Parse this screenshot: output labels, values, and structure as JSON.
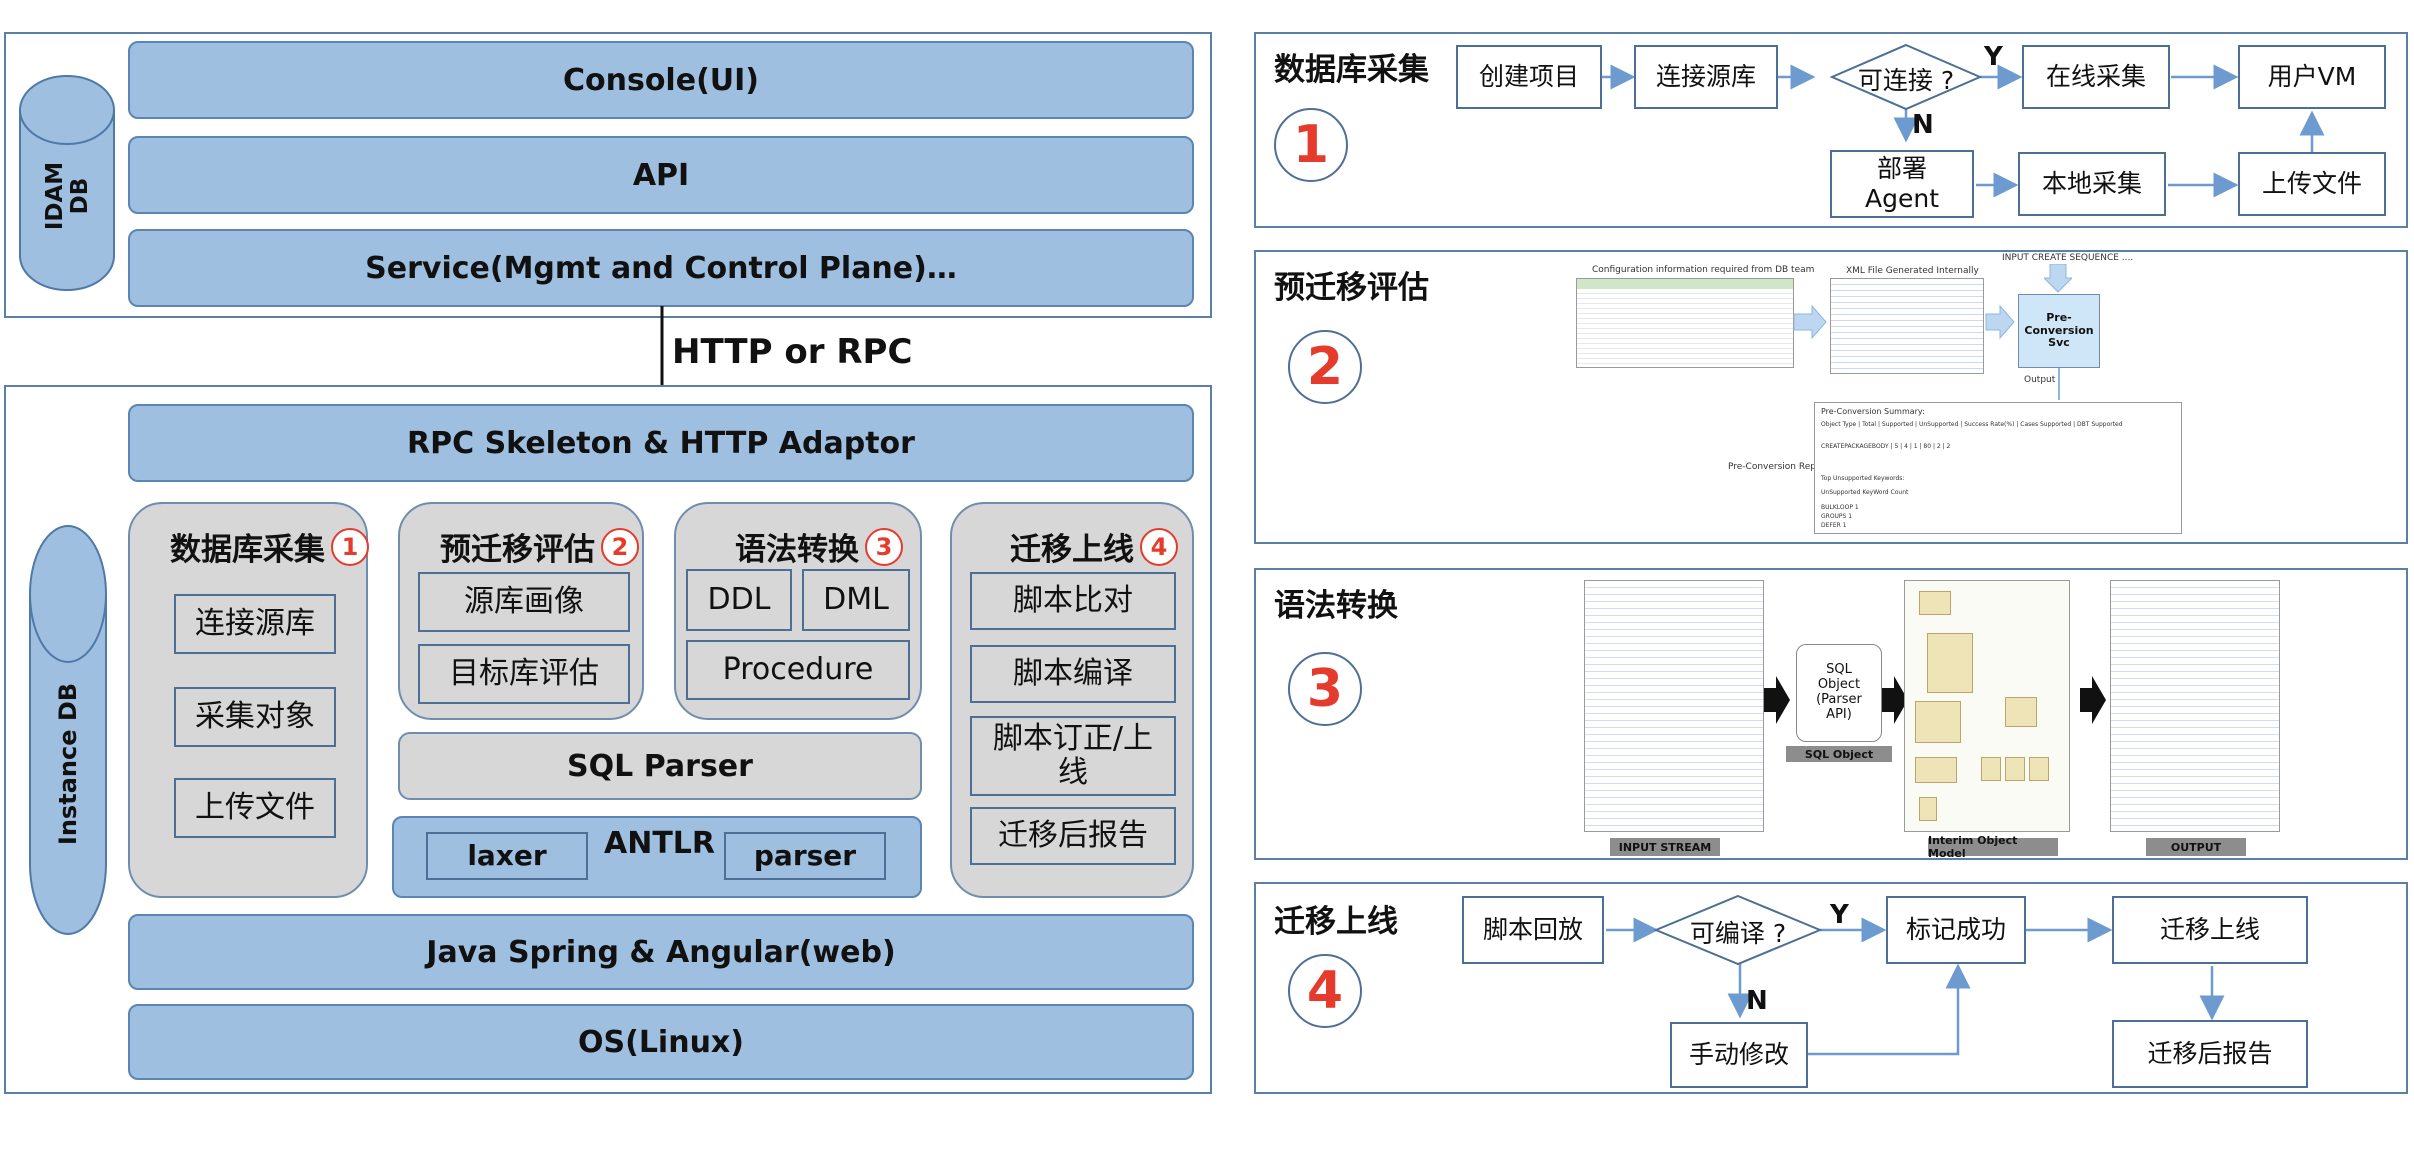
{
  "left": {
    "idam_db": "IDAM\nDB",
    "console": "Console(UI)",
    "api": "API",
    "service": "Service(Mgmt and Control Plane)…",
    "protocol": "HTTP or RPC",
    "rpc_adaptor": "RPC Skeleton & HTTP Adaptor",
    "instance_db": "Instance DB",
    "modules": [
      {
        "title": "数据库采集",
        "num": "1",
        "items": [
          "连接源库",
          "采集对象",
          "上传文件"
        ]
      },
      {
        "title": "预迁移评估",
        "num": "2",
        "items": [
          "源库画像",
          "目标库评估"
        ]
      },
      {
        "title": "语法转换",
        "num": "3",
        "items": [
          "DDL",
          "DML",
          "Procedure"
        ]
      },
      {
        "title": "迁移上线",
        "num": "4",
        "items": [
          "脚本比对",
          "脚本编译",
          "脚本订正/上线",
          "迁移后报告"
        ]
      }
    ],
    "sql_parser": "SQL Parser",
    "antlr": "ANTLR",
    "laxer": "laxer",
    "parser": "parser",
    "java_spring": "Java Spring & Angular(web)",
    "os": "OS(Linux)"
  },
  "right": {
    "s1": {
      "title": "数据库采集",
      "num": "1",
      "create_project": "创建项目",
      "connect_source": "连接源库",
      "can_connect": "可连接 ?",
      "online_collect": "在线采集",
      "user_vm": "用户VM",
      "deploy_agent": "部署\nAgent",
      "local_collect": "本地采集",
      "upload_file": "上传文件",
      "yes": "Y",
      "no": "N"
    },
    "s2": {
      "title": "预迁移评估",
      "num": "2",
      "config_caption": "Configuration information required from DB team",
      "xml_caption": "XML File Generated Internally",
      "input_seq": "INPUT CREATE SEQUENCE ....",
      "pre_conversion": "Pre-\nConversion\nSvc",
      "output": "Output",
      "report_label": "Pre-Conversion Report",
      "report_head": "Pre-Conversion Summary:",
      "report_cols": "Object Type   | Total  | Supported | UnSupported | Success Rate(%) | Cases Supported | DBT Supported",
      "report_row": "CREATEPACKAGEBODY  | 5    | 4    | 1    | 80    | 2    | 2",
      "top_keywords": "Top Unsupported Keywords:",
      "kw_head": "UnSupported KeyWord          Count",
      "kw_rows": [
        "BULKLOOP          1",
        "GROUPS          1",
        "DEFER          1"
      ]
    },
    "s3": {
      "title": "语法转换",
      "num": "3",
      "sql_object_box": "SQL\nObject\n(Parser\nAPI)",
      "sql_object_tab": "SQL Object",
      "input_stream": "INPUT STREAM",
      "interim_model": "Interim Object Model",
      "output": "OUTPUT"
    },
    "s4": {
      "title": "迁移上线",
      "num": "4",
      "script_replay": "脚本回放",
      "can_compile": "可编译 ?",
      "mark_success": "标记成功",
      "migrate_online": "迁移上线",
      "manual_fix": "手动修改",
      "post_report": "迁移后报告",
      "yes": "Y",
      "no": "N"
    }
  },
  "colors": {
    "bar_fill": "#9fbfe0",
    "bar_border": "#5b86b4",
    "panel_fill": "#d7d7d7",
    "frame": "#5b7fa8",
    "accent_red": "#e53b2c",
    "arrow_blue": "#6d9bd0"
  }
}
